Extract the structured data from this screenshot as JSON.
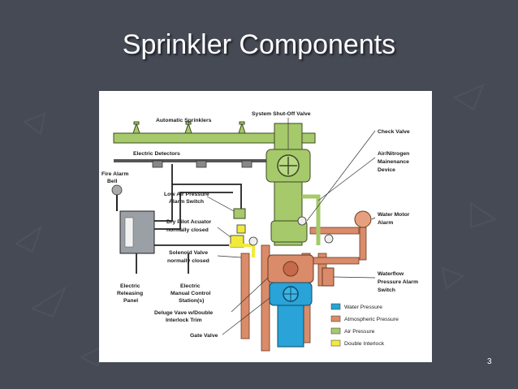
{
  "slide": {
    "title": "Sprinkler Components",
    "page_number": "3"
  },
  "colors": {
    "background": "#454a55",
    "water_pressure": "#29a3d8",
    "atmospheric_pressure": "#d98b6a",
    "air_pressure": "#a6c96b",
    "double_interlock": "#f2ea3a"
  },
  "diagram": {
    "labels": {
      "automatic_sprinklers": "Automatic Sprinklers",
      "system_shutoff_valve": "System Shut-Off Valve",
      "check_valve": "Check Valve",
      "electric_detectors": "Electric Detectors",
      "air_nitrogen_1": "Air/Nitrogen",
      "air_nitrogen_2": "Mainenance",
      "air_nitrogen_3": "Device",
      "fire_alarm_bell_1": "Fire Alarm",
      "fire_alarm_bell_2": "Bell",
      "low_air_1": "Low Air Pressure",
      "low_air_2": "Alarm Switch",
      "water_motor_1": "Water Motor",
      "water_motor_2": "Alarm",
      "dry_pilot_1": "Dry Pilot Acuator",
      "dry_pilot_2": "normally closed",
      "solenoid_1": "Solenoid Valve",
      "solenoid_2": "normally closed",
      "waterflow_1": "Waterflow",
      "waterflow_2": "Pressure Alarm",
      "waterflow_3": "Switch",
      "releasing_1": "Electric",
      "releasing_2": "Releasing",
      "releasing_3": "Panel",
      "manual_1": "Electric",
      "manual_2": "Manual Control",
      "manual_3": "Station(s)",
      "deluge_1": "Deluge Vave w/Double",
      "deluge_2": "Interlock Trim",
      "gate_valve": "Gate Valve"
    },
    "legend": [
      {
        "label": "Water Pressure",
        "color": "#29a3d8"
      },
      {
        "label": "Atmospheric Pressure",
        "color": "#d98b6a"
      },
      {
        "label": "Air Pressure",
        "color": "#a6c96b"
      },
      {
        "label": "Double Interlock",
        "color": "#f2ea3a"
      }
    ]
  }
}
